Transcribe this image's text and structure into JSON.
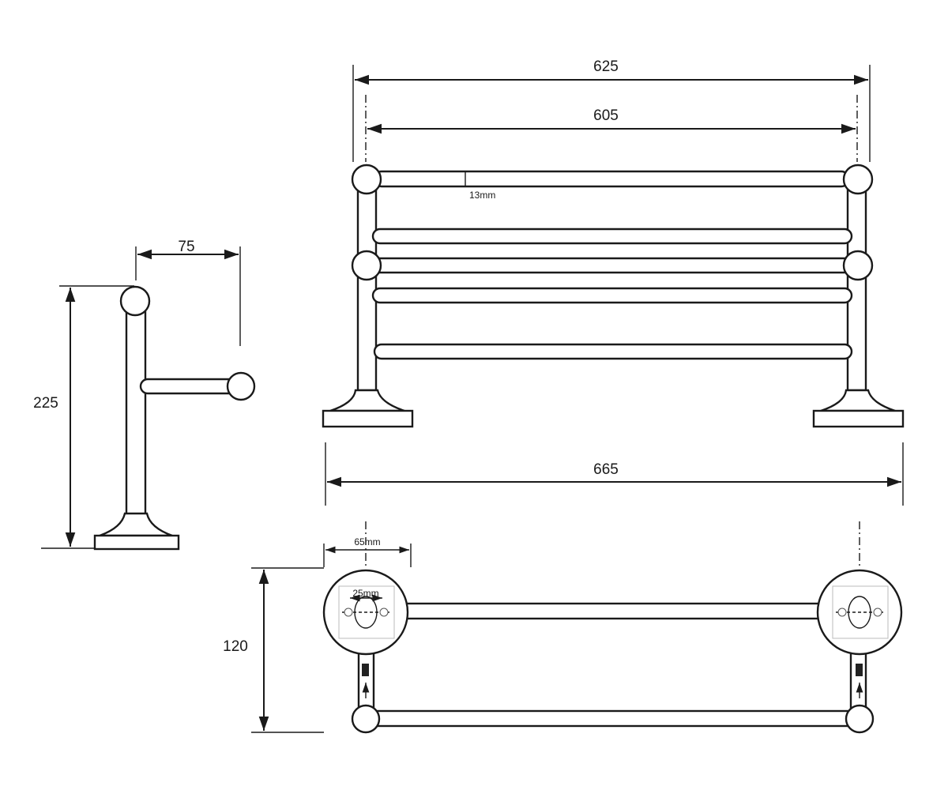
{
  "dimensions": {
    "overall_width_outer": "625",
    "overall_width_inner": "605",
    "bar_diameter": "13mm",
    "side_depth": "75",
    "side_height": "225",
    "base_width": "665",
    "plate_diameter": "65mm",
    "hole_spacing": "25mm",
    "wall_projection": "120"
  },
  "colors": {
    "line": "#1a1a1a",
    "background": "#ffffff"
  },
  "views": [
    "side-view",
    "front-view",
    "top-view"
  ]
}
